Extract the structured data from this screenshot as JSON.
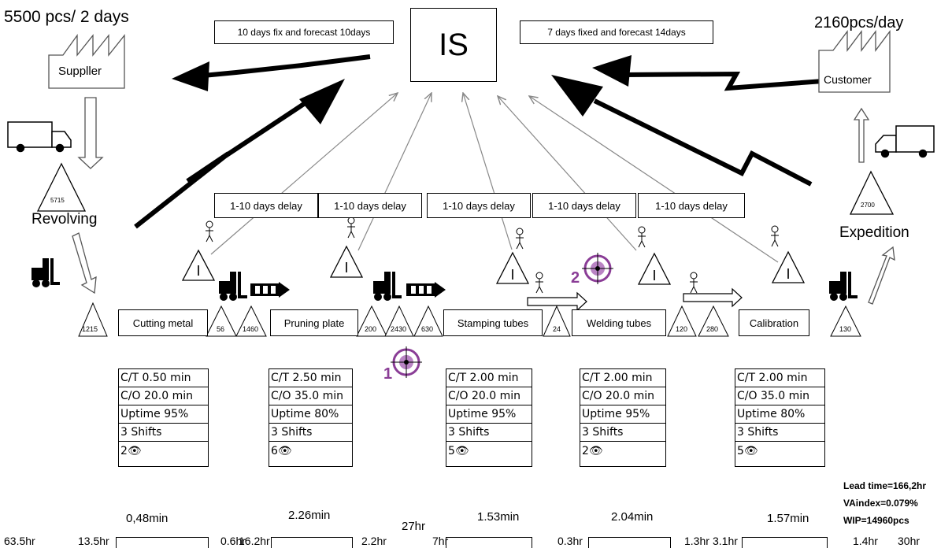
{
  "supplier": {
    "rate": "5500 pcs/ 2 days",
    "label": "Suppller"
  },
  "customer": {
    "rate": "2160pcs/day",
    "label": "Customer"
  },
  "control": {
    "label": "IS",
    "supplier_order": "10 days fix and  forecast 10days",
    "customer_order": "7 days fixed and  forecast 14days"
  },
  "revolving": {
    "label": "Revolving",
    "inventory": "5715"
  },
  "expedition": {
    "label": "Expedition",
    "inventory": "2700"
  },
  "delays": [
    "1-10 days delay",
    "1-10 days delay",
    "1-10 days delay",
    "1-10 days delay",
    "1-10 days delay"
  ],
  "inventories": {
    "i1215": "1215",
    "i56": "56",
    "i1460": "1460",
    "i200": "200",
    "i2430": "2430",
    "i630": "630",
    "i24": "24",
    "i120": "120",
    "i280": "280",
    "i130": "130"
  },
  "processes": [
    {
      "name": "Cutting metal",
      "ct": "C/T  0.50 min",
      "co": "C/O  20.0 min",
      "uptime": "Uptime 95%",
      "shifts": "3 Shifts",
      "operators": "2"
    },
    {
      "name": "Pruning plate",
      "ct": "C/T  2.50 min",
      "co": "C/O  35.0 min",
      "uptime": "Uptime 80%",
      "shifts": "3 Shifts",
      "operators": "6"
    },
    {
      "name": "Stamping tubes",
      "ct": "C/T  2.00 min",
      "co": "C/O  20.0 min",
      "uptime": "Uptime 95%",
      "shifts": "3 Shifts",
      "operators": "5"
    },
    {
      "name": "Welding tubes",
      "ct": "C/T  2.00 min",
      "co": "C/O  20.0 min",
      "uptime": "Uptime 95%",
      "shifts": "3 Shifts",
      "operators": "2"
    },
    {
      "name": "Calibration",
      "ct": "C/T  2.00 min",
      "co": "C/O  35.0 min",
      "uptime": "Uptime 80%",
      "shifts": "3 Shifts",
      "operators": "5"
    }
  ],
  "kaizen": {
    "k1": "1",
    "k2": "2"
  },
  "summary": {
    "lead_time": "Lead time=166,2hr",
    "va_index": "VAindex=0.079%",
    "wip": "WIP=14960pcs"
  },
  "timeline": {
    "va": [
      "0,48min",
      "2.26min",
      "1.53min",
      "2.04min",
      "1.57min"
    ],
    "mid": "27hr",
    "nva": [
      "63.5hr",
      "13.5hr",
      "0.6hr",
      "16.2hr",
      "2.2hr",
      "7hr",
      "0.3hr",
      "1.3hr",
      "3.1hr",
      "1.4hr",
      "30hr"
    ]
  }
}
